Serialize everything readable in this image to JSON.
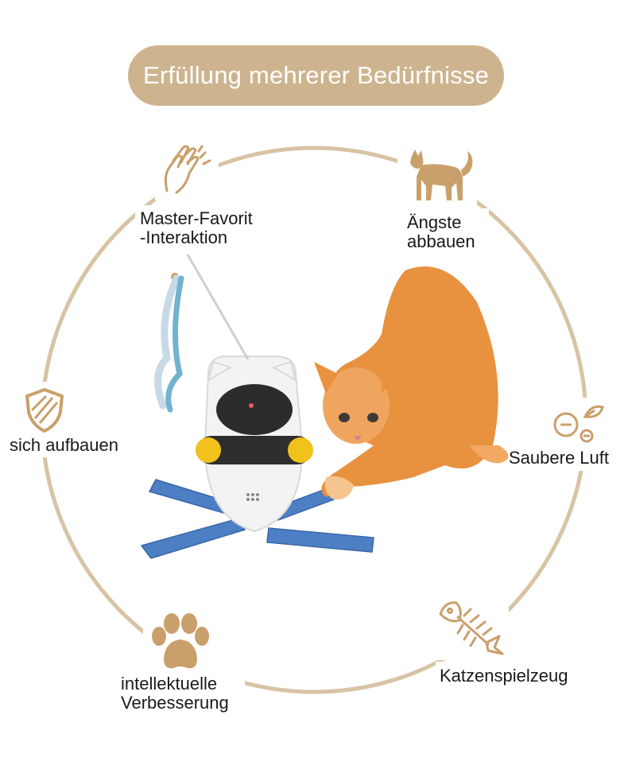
{
  "title": "Erfüllung mehrerer Bedürfnisse",
  "colors": {
    "accent": "#cfb48f",
    "circle": "#d8c3a4",
    "icon": "#c9a06b",
    "pill": "#cdb48f",
    "text": "#1a1a1a",
    "cat": "#e8913f",
    "toy_blue": "#4d7fc4",
    "toy_yellow": "#f2c21c"
  },
  "features": [
    {
      "line1": "Master-Favorit",
      "line2": "-Interaktion",
      "icon": "clapping-hands-icon"
    },
    {
      "line1": "Ängste",
      "line2": "abbauen",
      "icon": "cat-icon"
    },
    {
      "line1": "sich aufbauen",
      "line2": "",
      "icon": "shield-icon"
    },
    {
      "line1": "Saubere Luft",
      "line2": "",
      "icon": "air-leaf-icon"
    },
    {
      "line1": "intellektuelle",
      "line2": "Verbesserung",
      "icon": "paw-icon"
    },
    {
      "line1": "Katzenspielzeug",
      "line2": "",
      "icon": "fish-bone-icon"
    }
  ]
}
